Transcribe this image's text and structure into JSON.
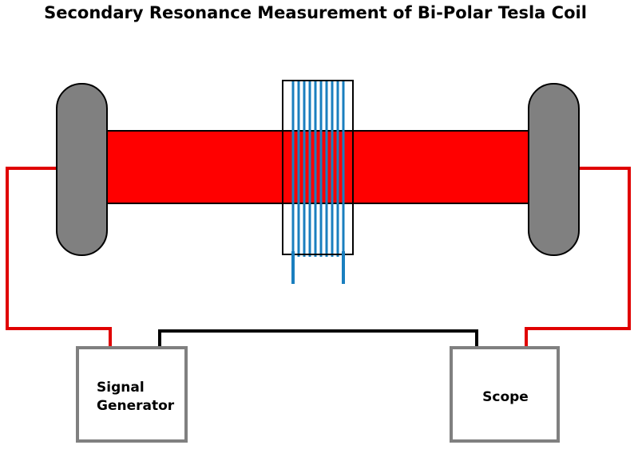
{
  "title": "Secondary Resonance Measurement of Bi-Polar Tesla Coil",
  "signal_generator": {
    "line1": "Signal",
    "line2": "Generator"
  },
  "scope": {
    "label": "Scope"
  },
  "colors": {
    "form": "#ff0000",
    "terminal": "#808080",
    "winding": "#1a7fbf",
    "wire_red": "#e00000",
    "wire_black": "#000000",
    "box_border": "#808080"
  }
}
